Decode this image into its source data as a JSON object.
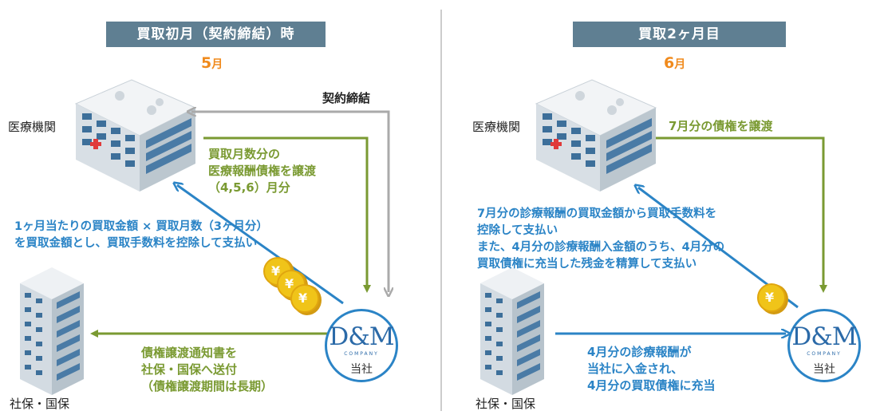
{
  "left": {
    "header": "買取初月（契約締結）時",
    "month_num": "5",
    "month_unit": "月",
    "hospital_label": "医療機関",
    "insurer_label": "社保・国保",
    "company_label": "当社",
    "contract_label": "契約締結",
    "transfer_text": [
      "買取月数分の",
      "医療報酬債権を譲渡",
      "（4,5,6）月分"
    ],
    "payment_text": [
      "1ヶ月当たりの買取金額 × 買取月数（3ヶ月分）",
      "を買取金額とし、買取手数料を控除して支払い"
    ],
    "notice_text": [
      "債権譲渡通知書を",
      "社保・国保へ送付",
      "（債権譲渡期間は長期）"
    ]
  },
  "right": {
    "header": "買取2ヶ月目",
    "month_num": "6",
    "month_unit": "月",
    "hospital_label": "医療機関",
    "insurer_label": "社保・国保",
    "company_label": "当社",
    "transfer_text": "7月分の債権を譲渡",
    "payment_text": [
      "7月分の診療報酬の買取金額から買取手数料を",
      "控除して支払い",
      "また、4月分の診療報酬入金額のうち、4月分の",
      "買取債権に充当した残金を精算して支払い"
    ],
    "deposit_text": [
      "4月分の診療報酬が",
      "当社に入金され、",
      "4月分の買取債権に充当"
    ]
  },
  "logo": {
    "main": "D&M",
    "sub": "COMPANY"
  },
  "coin_symbol": "¥",
  "colors": {
    "header_bg": "#5f7f92",
    "month": "#f08a1c",
    "green": "#7a9a32",
    "blue": "#2b84c6",
    "gray": "#aaaaaa",
    "coin": "#f0c419"
  }
}
